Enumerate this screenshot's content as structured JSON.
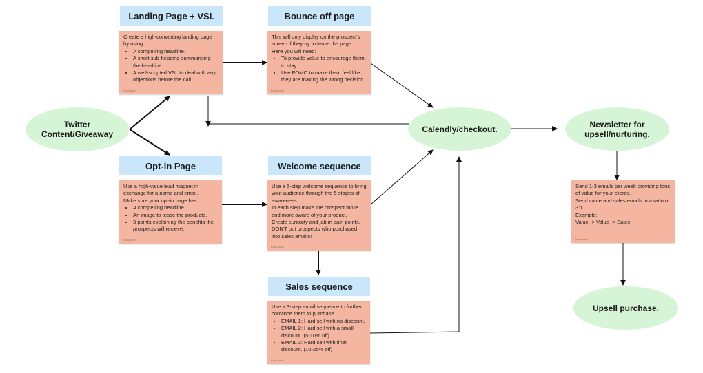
{
  "nodes": {
    "twitter": {
      "label_line1": "Twitter",
      "label_line2": "Content/Giveaway"
    },
    "calendly": {
      "label": "Calendly/checkout."
    },
    "newsletter": {
      "label_line1": "Newsletter for",
      "label_line2": "upsell/nurturing."
    },
    "upsell": {
      "label": "Upsell purchase."
    }
  },
  "landing": {
    "title": "Landing Page + VSL",
    "intro": "Create a high-converting landing page by using:",
    "bullets": [
      "A compelling headline.",
      "A short sub-heading summarising the headline.",
      "A well-scripted VSL to deal with any objections before the call"
    ],
    "author": "Eric Lynch"
  },
  "bounce": {
    "title": "Bounce off page",
    "intro": "This will only display on the prospect's screen if they try to leave the page.",
    "intro2": "Here you will need:",
    "bullets": [
      "To provide value to encourage them to stay",
      "Use FOMO to make them feel like they are making the wrong decision."
    ],
    "author": "Eric Lynch"
  },
  "optin": {
    "title": "Opt-in Page",
    "intro": "Use a high-value lead magnet in exchange for a name and email.",
    "intro2": "Make sure your opt-in page has:",
    "bullets": [
      "A compelling headline.",
      "An image to tease the products.",
      "3 points explaining the benefits the prospects will recieve."
    ],
    "author": "Eric Lynch"
  },
  "welcome": {
    "title": "Welcome sequence",
    "lines": [
      "Use a 5-step welcome sequence to bring your audience through the 5 stages of awareness.",
      "In each step make the prospect more and more aware of your product.",
      "Create curiosity and jab in pain points.",
      "DON'T put prospects who purchased into sales emails!"
    ],
    "author": "Eric Lynch"
  },
  "sales": {
    "title": "Sales sequence",
    "intro": "Use a 3-step email sequence to further convince them to purchase.",
    "bullets": [
      "EMAIL 1: Hard sell with no discount.",
      "EMAIL 2: Hard sell with a small discount. (5-10% off)",
      "EMAIL 3: Hard sell with final discount. (10-25% off)"
    ],
    "author": "Eric Lynch"
  },
  "newsletter_note": {
    "lines": [
      "Send 1-3 emails per week providing tons of value for your clients.",
      "Send value and sales emails in a ratio of 3:1.",
      "Example:",
      "Value -> Value -> Sales"
    ],
    "author": "Eric Lynch"
  }
}
